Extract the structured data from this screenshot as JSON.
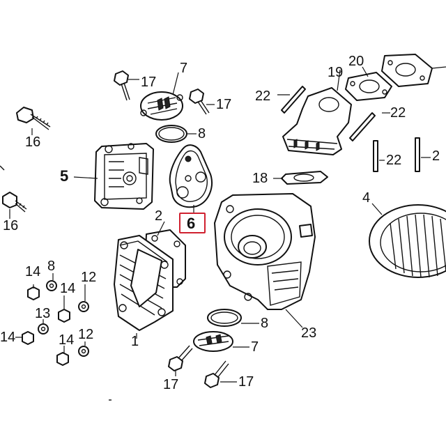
{
  "diagram": {
    "callouts": [
      {
        "id": "c1",
        "text": "1"
      },
      {
        "id": "c2",
        "text": "2"
      },
      {
        "id": "c4",
        "text": "4"
      },
      {
        "id": "c5",
        "text": "5"
      },
      {
        "id": "c6",
        "text": "6"
      },
      {
        "id": "c7a",
        "text": "7"
      },
      {
        "id": "c7b",
        "text": "7"
      },
      {
        "id": "c8a",
        "text": "8"
      },
      {
        "id": "c8b",
        "text": "8"
      },
      {
        "id": "c12a",
        "text": "12"
      },
      {
        "id": "c12b",
        "text": "12"
      },
      {
        "id": "c12c",
        "text": "12"
      },
      {
        "id": "c13",
        "text": "13"
      },
      {
        "id": "c14a",
        "text": "14"
      },
      {
        "id": "c14b",
        "text": "14"
      },
      {
        "id": "c14c",
        "text": "14"
      },
      {
        "id": "c14d",
        "text": "14"
      },
      {
        "id": "c16a",
        "text": "16"
      },
      {
        "id": "c16b",
        "text": "16"
      },
      {
        "id": "c17a",
        "text": "17"
      },
      {
        "id": "c17b",
        "text": "17"
      },
      {
        "id": "c17c",
        "text": "17"
      },
      {
        "id": "c17d",
        "text": "17"
      },
      {
        "id": "c18",
        "text": "18"
      },
      {
        "id": "c19",
        "text": "19"
      },
      {
        "id": "c20",
        "text": "20"
      },
      {
        "id": "c22a",
        "text": "22"
      },
      {
        "id": "c22b",
        "text": "22"
      },
      {
        "id": "c22c",
        "text": "22"
      },
      {
        "id": "c22d",
        "text": "2"
      },
      {
        "id": "c23",
        "text": "23"
      }
    ],
    "highlight_color": "#d0202f"
  }
}
